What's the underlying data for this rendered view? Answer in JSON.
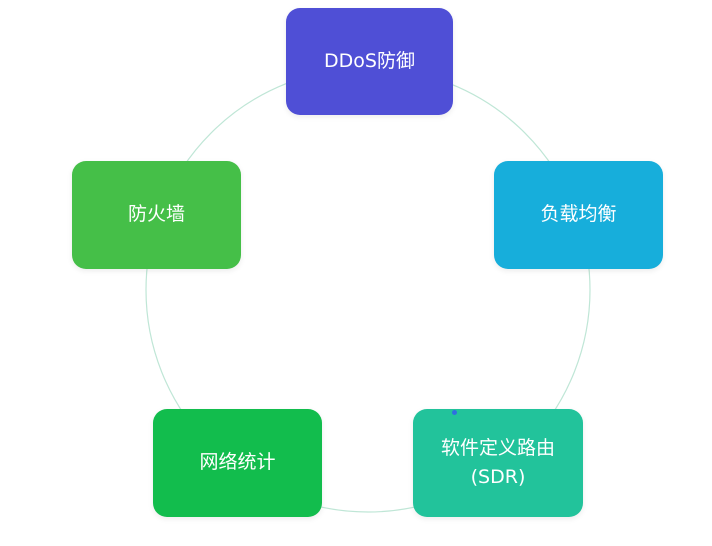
{
  "colors": {
    "ddos": "#4f4fd6",
    "load_balancing": "#17aedb",
    "sdr": "#22c39b",
    "network_stats": "#12bd4d",
    "firewall": "#45bf48",
    "ring": "#bfe6d6"
  },
  "nodes": {
    "ddos": {
      "label": "DDoS防御"
    },
    "load_balancing": {
      "label": "负载均衡"
    },
    "sdr": {
      "label": "软件定义路由",
      "sublabel": "(SDR)"
    },
    "network_stats": {
      "label": "网络统计"
    },
    "firewall": {
      "label": "防火墙"
    }
  }
}
